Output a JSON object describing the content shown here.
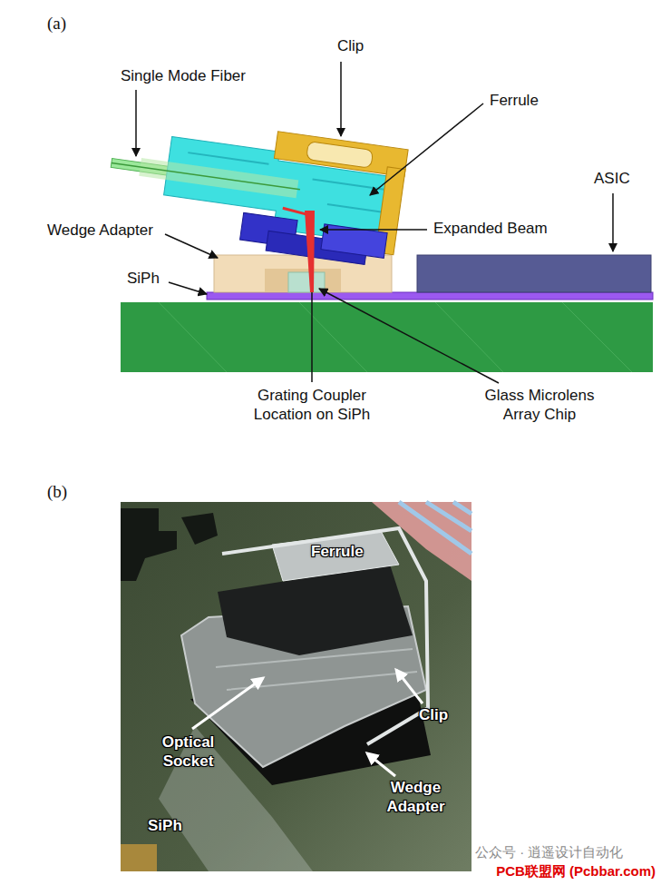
{
  "diagram": {
    "labels": [
      "(a)",
      "Clip",
      "Single Mode Fiber",
      "Ferrule",
      "ASIC",
      "Expanded Beam",
      "Wedge Adapter",
      "SiPh",
      "Grating Coupler Location on SiPh",
      "Glass Microlens Array Chip",
      "(b)",
      "Ferrule",
      "Optical Socket",
      "Clip",
      "Wedge Adapter",
      "SiPh",
      "公众号 · 逍遥设计自动化",
      "PCB联盟网 (Pcbbar.com)"
    ]
  }
}
